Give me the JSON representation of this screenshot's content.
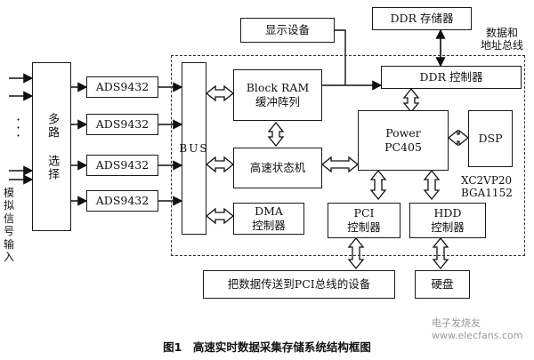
{
  "diagram": {
    "caption": "图1　高速实时数据采集存储系统结构框图",
    "analog_input_label": "模拟\n信号\n输入",
    "mux_label": "多路\n选择",
    "adc_label": "ADS9432",
    "bus_label": "BUS",
    "block_ram_label": "Block RAM\n缓冲阵列",
    "state_machine_label": "高速状态机",
    "dma_label": "DMA\n控制器",
    "display_label": "显示设备",
    "ddr_storage_label": "DDR 存储器",
    "data_addr_bus_label": "数据和\n地址总线",
    "ddr_ctrl_label": "DDR 控制器",
    "powerpc_label": "Power\nPC405",
    "dsp_label": "DSP",
    "fpga_label": "XC2VP20\nBGA1152",
    "pci_ctrl_label": "PCI\n控制器",
    "hdd_ctrl_label": "HDD\n控制器",
    "pci_device_label": "把数据传送到PCI总线的设备",
    "hdd_label": "硬盘",
    "watermark": "电子发烧友\nwww.elecfans.com"
  }
}
